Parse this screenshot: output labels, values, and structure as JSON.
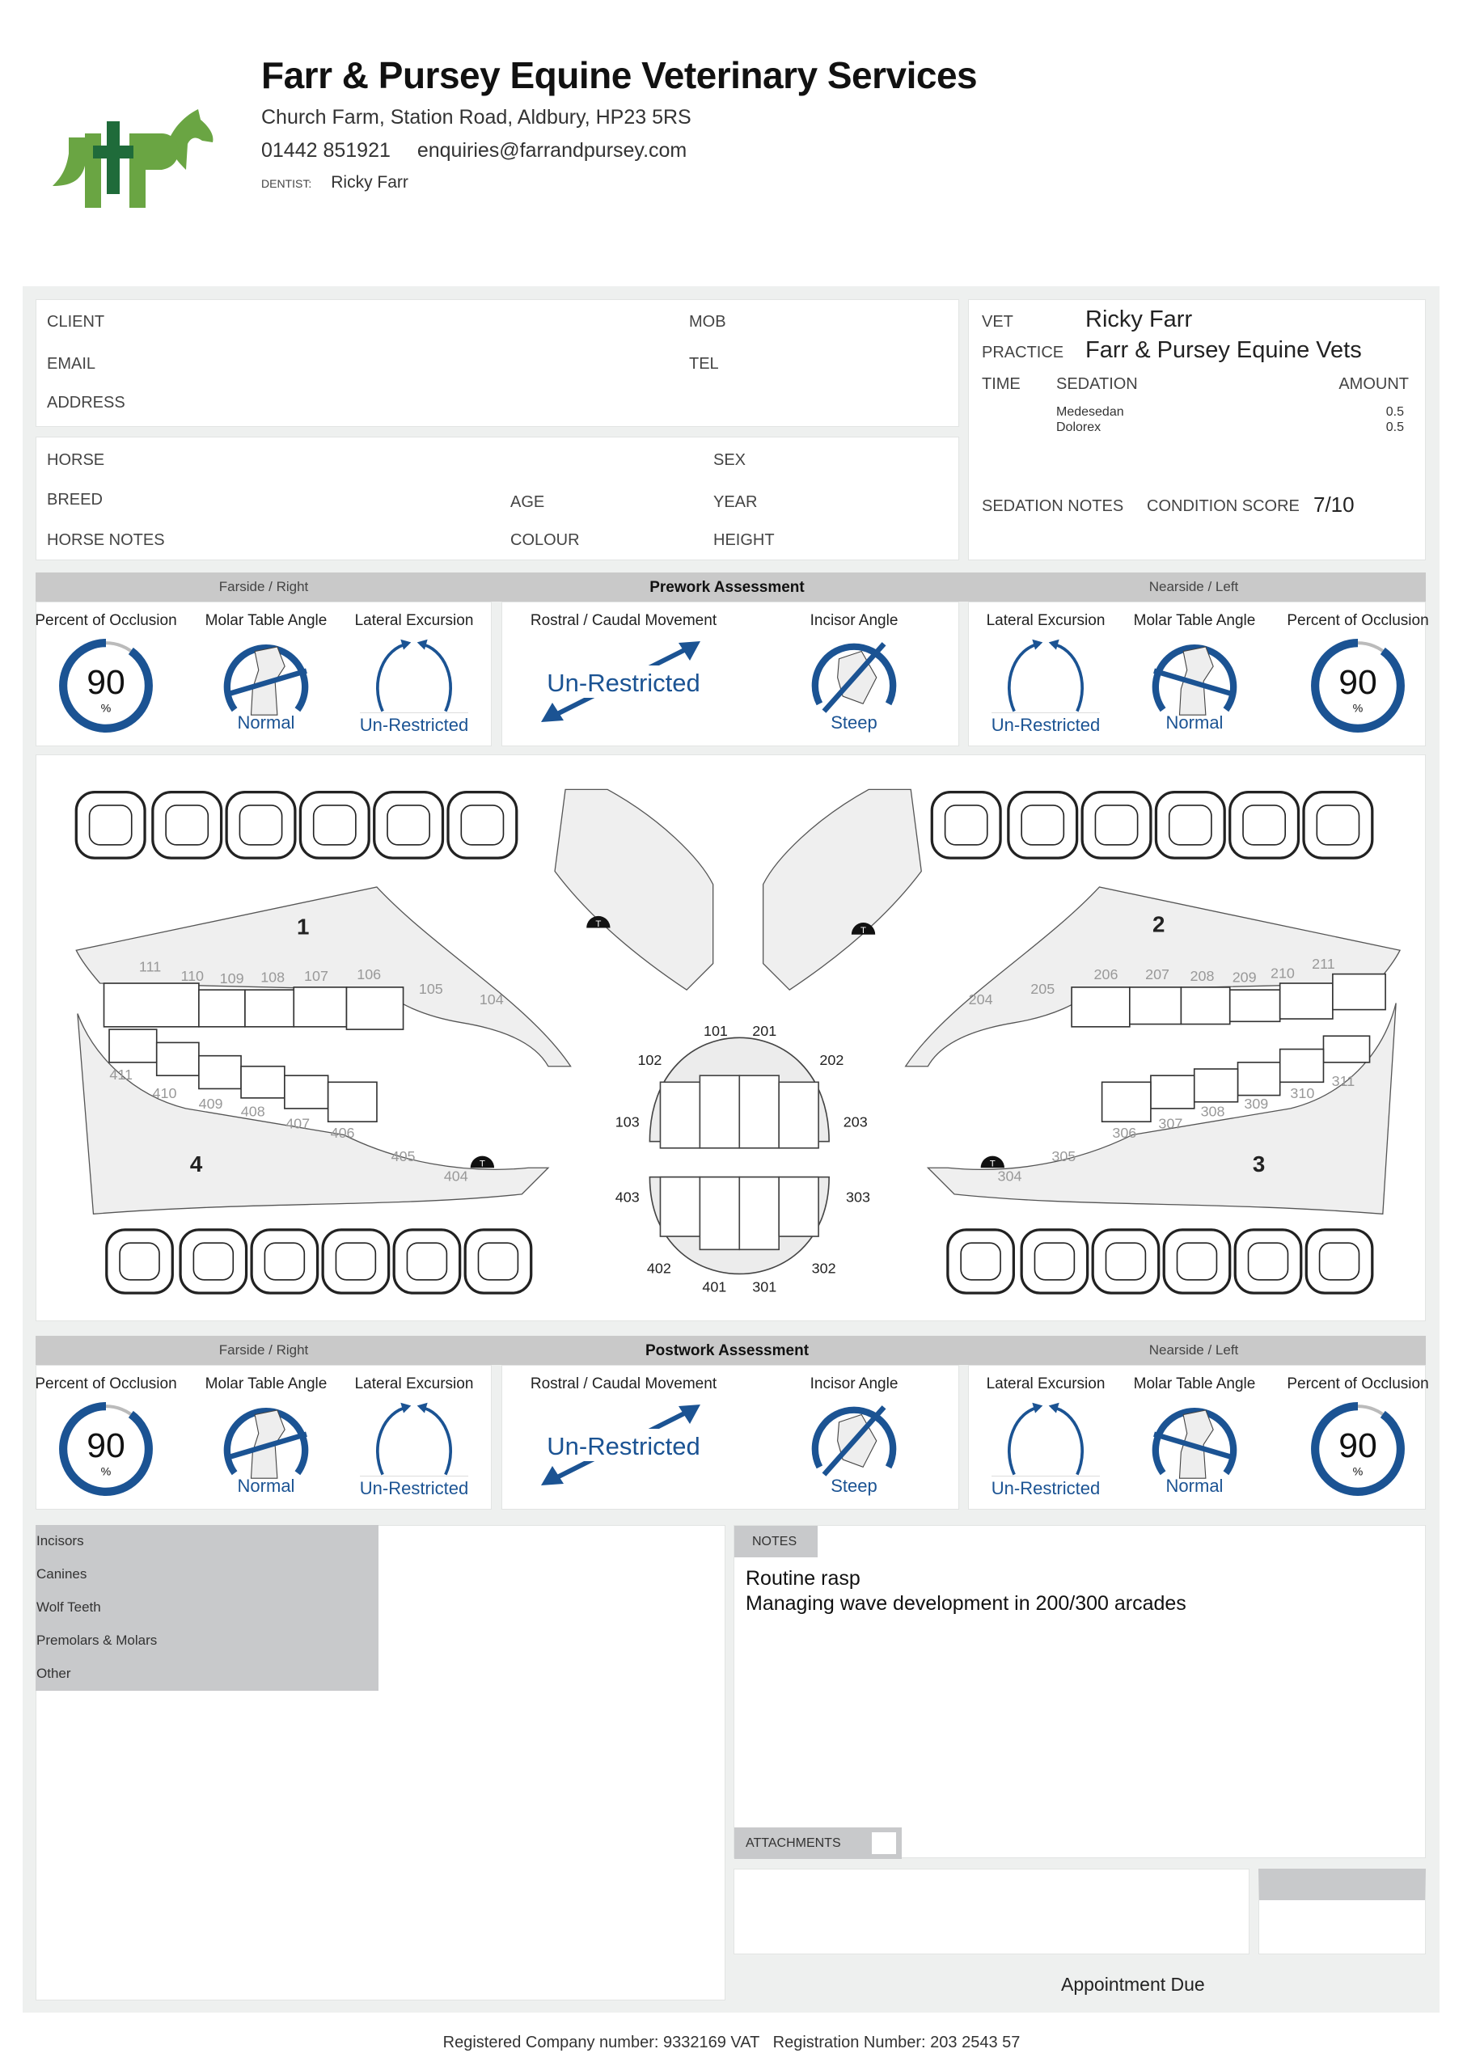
{
  "header": {
    "company": "Farr & Pursey Equine Veterinary Services",
    "address": "Church Farm, Station Road, Aldbury, HP23 5RS",
    "phone": "01442 851921",
    "email": "enquiries@farrandpursey.com",
    "dentist_label": "DENTIST:",
    "dentist": "Ricky Farr",
    "logo_text": "FP",
    "logo_color": "#6aa543",
    "logo_cross_color": "#1f6b3a"
  },
  "client": {
    "client_label": "CLIENT",
    "email_label": "EMAIL",
    "address_label": "ADDRESS",
    "mob_label": "MOB",
    "tel_label": "TEL"
  },
  "horse": {
    "horse_label": "HORSE",
    "breed_label": "BREED",
    "notes_label": "HORSE NOTES",
    "age_label": "AGE",
    "colour_label": "COLOUR",
    "sex_label": "SEX",
    "year_label": "YEAR",
    "height_label": "HEIGHT"
  },
  "vet": {
    "vet_label": "VET",
    "vet": "Ricky Farr",
    "practice_label": "PRACTICE",
    "practice": "Farr & Pursey Equine Vets",
    "time_label": "TIME",
    "sedation_label": "SEDATION",
    "amount_label": "AMOUNT",
    "sedations": [
      {
        "name": "Medesedan",
        "amount": "0.5"
      },
      {
        "name": "Dolorex",
        "amount": "0.5"
      }
    ],
    "sedation_notes_label": "SEDATION NOTES",
    "condition_label": "CONDITION SCORE",
    "condition_score": "7/10"
  },
  "colors": {
    "accent": "#1b5393",
    "bar": "#c9c9c9",
    "panel_bg": "#eef0ef"
  },
  "prework": {
    "farside": "Farside / Right",
    "title": "Prework Assessment",
    "nearside": "Nearside / Left",
    "right": {
      "occlusion_label": "Percent of Occlusion",
      "occlusion": 90,
      "percent": "%",
      "molar_label": "Molar Table Angle",
      "molar": "Normal",
      "lateral_label": "Lateral Excursion",
      "lateral": "Un-Restricted"
    },
    "rostral_label": "Rostral / Caudal Movement",
    "rostral": "Un-Restricted",
    "incisor_label": "Incisor Angle",
    "incisor": "Steep",
    "left": {
      "occlusion_label": "Percent of Occlusion",
      "occlusion": 90,
      "percent": "%",
      "molar_label": "Molar Table Angle",
      "molar": "Normal",
      "lateral_label": "Lateral Excursion",
      "lateral": "Un-Restricted"
    }
  },
  "postwork": {
    "farside": "Farside / Right",
    "title": "Postwork Assessment",
    "nearside": "Nearside / Left",
    "right": {
      "occlusion_label": "Percent of Occlusion",
      "occlusion": 90,
      "percent": "%",
      "molar_label": "Molar Table Angle",
      "molar": "Normal",
      "lateral_label": "Lateral Excursion",
      "lateral": "Un-Restricted"
    },
    "rostral_label": "Rostral / Caudal Movement",
    "rostral": "Un-Restricted",
    "incisor_label": "Incisor Angle",
    "incisor": "Steep",
    "left": {
      "occlusion_label": "Percent of Occlusion",
      "occlusion": 90,
      "percent": "%",
      "molar_label": "Molar Table Angle",
      "molar": "Normal",
      "lateral_label": "Lateral Excursion",
      "lateral": "Un-Restricted"
    }
  },
  "dental_chart": {
    "quadrants": [
      "1",
      "2",
      "3",
      "4"
    ],
    "q1": [
      "111",
      "110",
      "109",
      "108",
      "107",
      "106",
      "105",
      "104"
    ],
    "q2": [
      "211",
      "210",
      "209",
      "208",
      "207",
      "206",
      "205",
      "204"
    ],
    "q3": [
      "311",
      "310",
      "309",
      "308",
      "307",
      "306",
      "305",
      "304"
    ],
    "q4": [
      "411",
      "410",
      "409",
      "408",
      "407",
      "406",
      "405",
      "404"
    ],
    "incisors": [
      "101",
      "201",
      "102",
      "202",
      "103",
      "203",
      "403",
      "303",
      "402",
      "302",
      "401",
      "301"
    ],
    "wolf_marker": "T"
  },
  "categories": [
    "Incisors",
    "Canines",
    "Wolf Teeth",
    "Premolars & Molars",
    "Other"
  ],
  "notes": {
    "label": "NOTES",
    "lines": [
      "Routine rasp",
      "Managing wave development in 200/300 arcades"
    ],
    "attachments_label": "ATTACHMENTS"
  },
  "appointment_label": "Appointment Due",
  "footer": "Registered Company number: 9332169 VAT   Registration Number: 203 2543 57"
}
